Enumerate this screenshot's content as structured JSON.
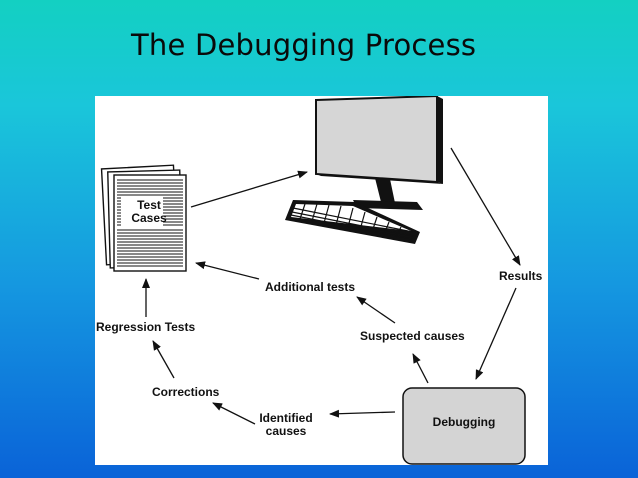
{
  "slide": {
    "title": "The Debugging Process"
  },
  "diagram": {
    "nodes": {
      "test_cases": "Test Cases",
      "results": "Results",
      "debugging": "Debugging"
    },
    "edge_labels": {
      "additional_tests": "Additional tests",
      "suspected_causes": "Suspected causes",
      "regression_tests": "Regression Tests",
      "corrections": "Corrections",
      "identified_causes": "Identified causes"
    },
    "colors": {
      "background_top": "#13d0c2",
      "background_bottom": "#0a63d8",
      "panel": "#ffffff",
      "debugging_box": "#d4d4d4",
      "monitor_screen": "#d6d6d6",
      "ink": "#111111"
    }
  }
}
